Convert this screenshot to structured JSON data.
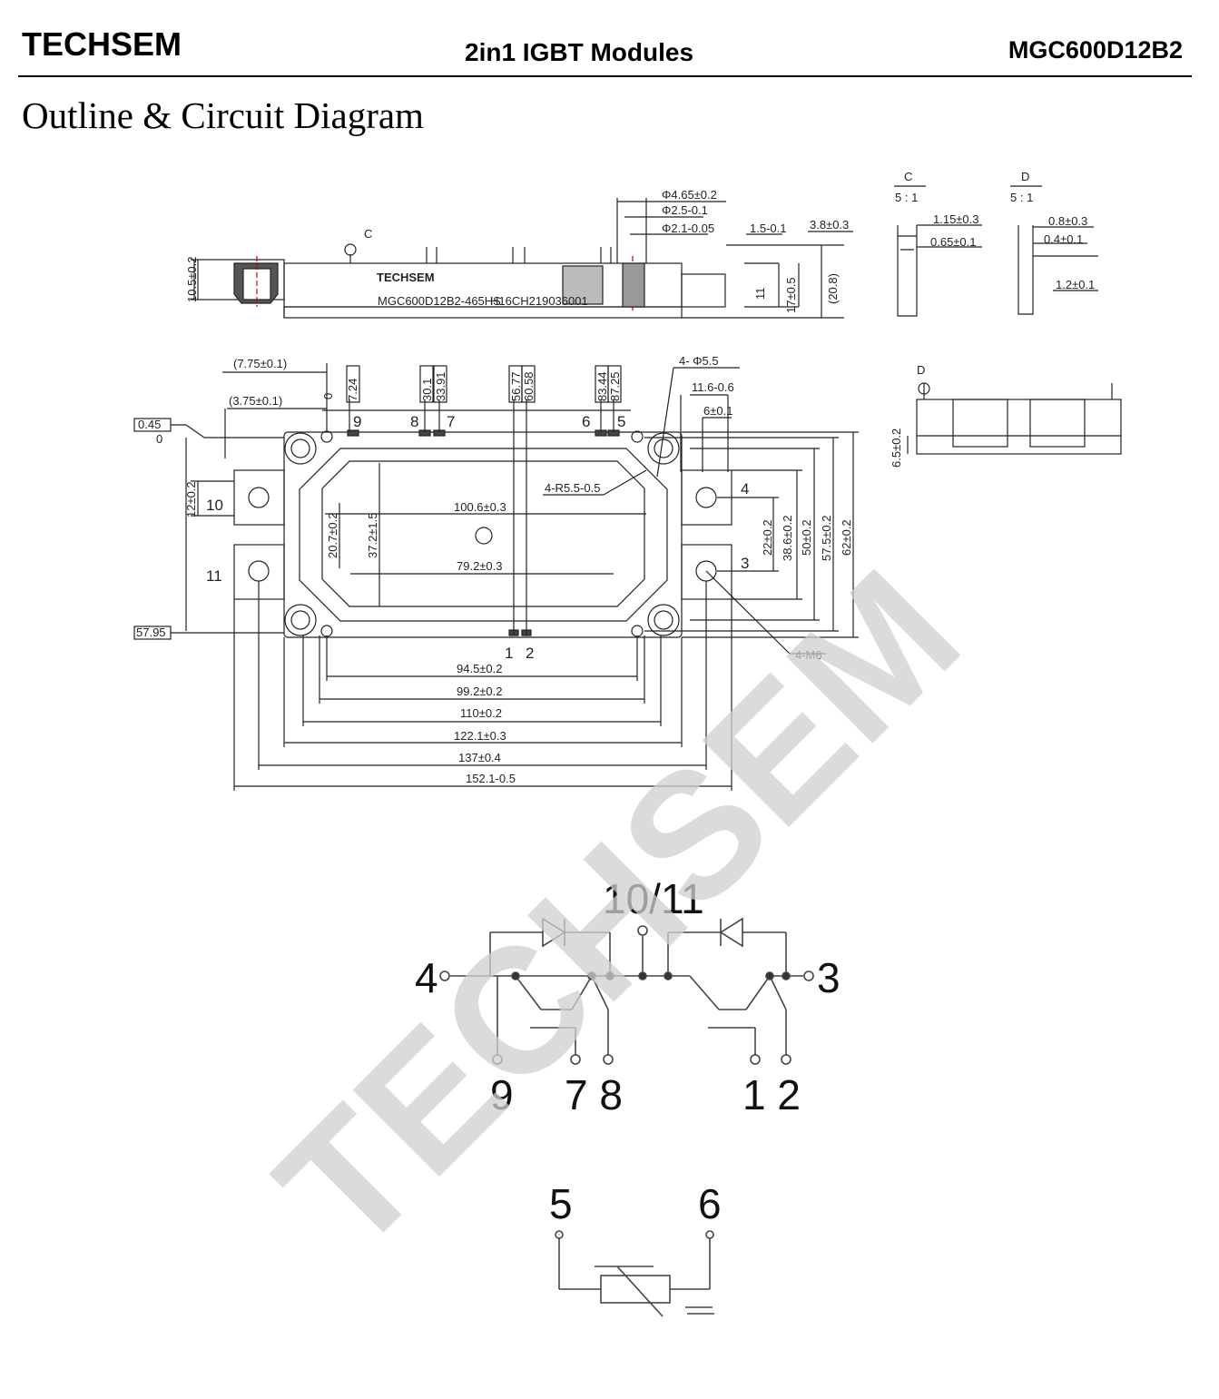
{
  "header": {
    "brand": "TECHSEM",
    "doc_type": "2in1  IGBT  Modules",
    "part_number": "MGC600D12B2"
  },
  "section_title": "Outline & Circuit Diagram",
  "watermark": "TECHSEM",
  "side_view": {
    "module_marking": "TECHSEM",
    "part_marking": "MGC600D12B2-465HS",
    "lot_marking": "H16CH219036001",
    "detail_c_ref": "C",
    "dims": {
      "d1": "Φ4.65±0.2",
      "d2": "Φ2.5-0.1",
      "d3": "Φ2.1-0.05",
      "d4": "1.5-0.1",
      "d5": "3.8±0.3",
      "h1": "10.5±0.2",
      "h2": "11",
      "h3": "17±0.5",
      "h4": "(20.8)"
    }
  },
  "detail_c": {
    "label": "C",
    "scale": "5 : 1",
    "dim_a": "1.15±0.3",
    "dim_b": "0.65±0.1"
  },
  "detail_d": {
    "label": "D",
    "scale": "5 : 1",
    "dim_a": "0.8±0.3",
    "dim_b": "0.4±0.1",
    "dim_c": "1.2±0.1"
  },
  "end_view": {
    "label": "D",
    "dim": "6.5±0.2"
  },
  "top_view": {
    "dims": {
      "t1": "(7.75±0.1)",
      "t2": "(3.75±0.1)",
      "t3": "0.45",
      "t4": "0",
      "t5": "57.95",
      "t6": "7.24",
      "t7": "30.1",
      "t8": "33.91",
      "t9": "56.77",
      "t10": "60.58",
      "t11": "83.44",
      "t12": "87.25",
      "t13": "4- Φ5.5",
      "t14": "11.6-0.6",
      "t15": "6±0.1",
      "t16": "4-R5.5-0.5",
      "t17": "100.6±0.3",
      "t18": "79.2±0.3",
      "t19": "20.7±0.2",
      "t20": "37.2±1.5",
      "t21": "12±0.2",
      "t22": "22±0.2",
      "t23": "38.6±0.2",
      "t24": "50±0.2",
      "t25": "57.5±0.2",
      "t26": "62±0.2",
      "t27": "4-M6",
      "t28": "94.5±0.2",
      "t29": "99.2±0.2",
      "t30": "110±0.2",
      "t31": "122.1±0.3",
      "t32": "137±0.4",
      "t33": "152.1-0.5",
      "t34": "0"
    },
    "pins": {
      "p9": "9",
      "p8": "8",
      "p7": "7",
      "p6": "6",
      "p5": "5",
      "p4": "4",
      "p3": "3",
      "p10": "10",
      "p11": "11",
      "p1": "1",
      "p2": "2"
    }
  },
  "circuit": {
    "common": "10/11",
    "left_terminal": "4",
    "right_terminal": "3",
    "left_gate_pins": "9",
    "left_aux_pins": "7 8",
    "right_pins": "1 2",
    "thermistor_left": "5",
    "thermistor_right": "6"
  }
}
